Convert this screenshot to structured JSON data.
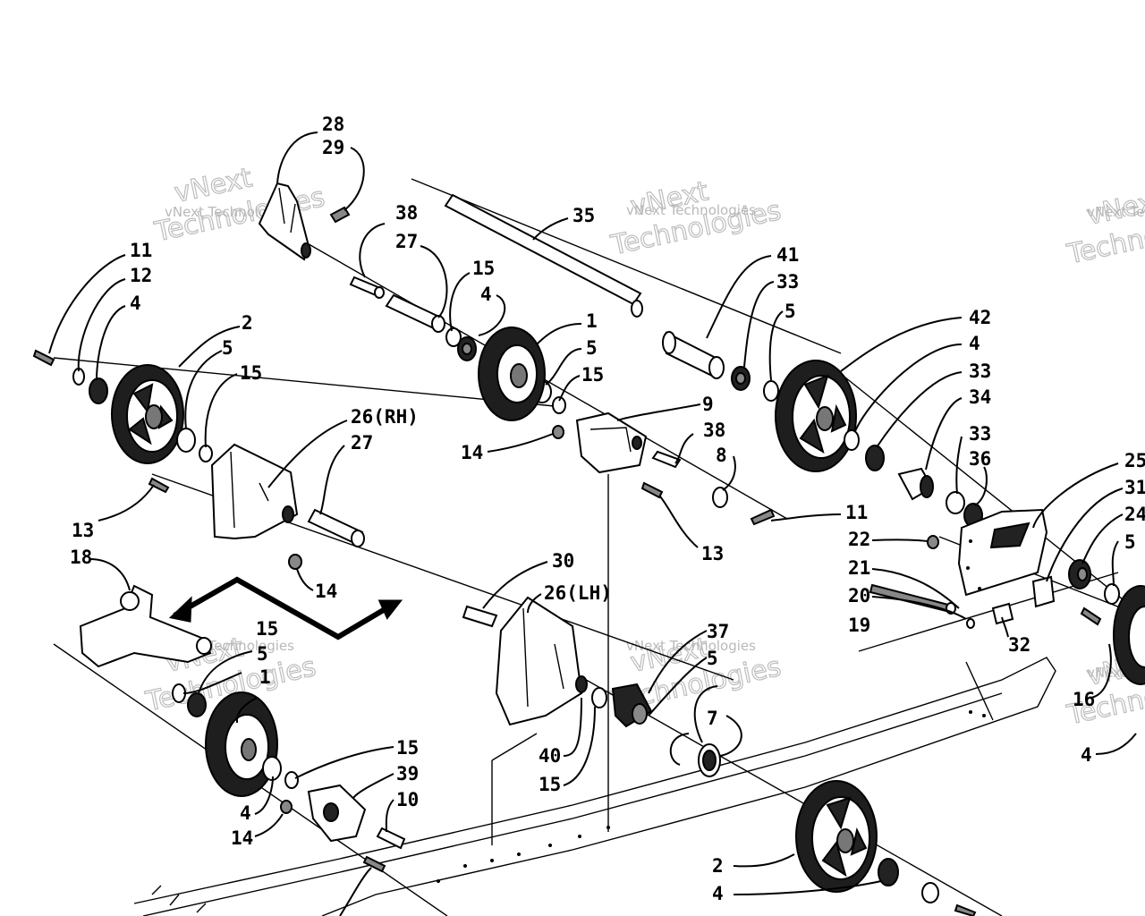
{
  "diagram": {
    "labels": [
      {
        "id": "l28",
        "text": "28"
      },
      {
        "id": "l29",
        "text": "29"
      },
      {
        "id": "l35",
        "text": "35"
      },
      {
        "id": "l38a",
        "text": "38"
      },
      {
        "id": "l27a",
        "text": "27"
      },
      {
        "id": "l15a",
        "text": "15"
      },
      {
        "id": "l4a",
        "text": "4"
      },
      {
        "id": "l11a",
        "text": "11"
      },
      {
        "id": "l12",
        "text": "12"
      },
      {
        "id": "l4b",
        "text": "4"
      },
      {
        "id": "l2a",
        "text": "2"
      },
      {
        "id": "l5a",
        "text": "5"
      },
      {
        "id": "l15b",
        "text": "15"
      },
      {
        "id": "l1a",
        "text": "1"
      },
      {
        "id": "l5b",
        "text": "5"
      },
      {
        "id": "l15c",
        "text": "15"
      },
      {
        "id": "l41",
        "text": "41"
      },
      {
        "id": "l33a",
        "text": "33"
      },
      {
        "id": "l5c",
        "text": "5"
      },
      {
        "id": "l42",
        "text": "42"
      },
      {
        "id": "l4c",
        "text": "4"
      },
      {
        "id": "l33b",
        "text": "33"
      },
      {
        "id": "l34",
        "text": "34"
      },
      {
        "id": "l33c",
        "text": "33"
      },
      {
        "id": "l36",
        "text": "36"
      },
      {
        "id": "l26rh",
        "text": "26(RH)"
      },
      {
        "id": "l27b",
        "text": "27"
      },
      {
        "id": "l9",
        "text": "9"
      },
      {
        "id": "l38b",
        "text": "38"
      },
      {
        "id": "l8",
        "text": "8"
      },
      {
        "id": "l14a",
        "text": "14"
      },
      {
        "id": "l13a",
        "text": "13"
      },
      {
        "id": "l13b",
        "text": "13"
      },
      {
        "id": "l11b",
        "text": "11"
      },
      {
        "id": "l18",
        "text": "18"
      },
      {
        "id": "l14b",
        "text": "14"
      },
      {
        "id": "l30",
        "text": "30"
      },
      {
        "id": "l26lh",
        "text": "26(LH)"
      },
      {
        "id": "l25",
        "text": "25"
      },
      {
        "id": "l31",
        "text": "31"
      },
      {
        "id": "l24",
        "text": "24"
      },
      {
        "id": "l5d",
        "text": "5"
      },
      {
        "id": "l22",
        "text": "22"
      },
      {
        "id": "l21",
        "text": "21"
      },
      {
        "id": "l20",
        "text": "20"
      },
      {
        "id": "l19",
        "text": "19"
      },
      {
        "id": "l32",
        "text": "32"
      },
      {
        "id": "l15d",
        "text": "15"
      },
      {
        "id": "l5e",
        "text": "5"
      },
      {
        "id": "l1b",
        "text": "1"
      },
      {
        "id": "l37",
        "text": "37"
      },
      {
        "id": "l5f",
        "text": "5"
      },
      {
        "id": "l7",
        "text": "7"
      },
      {
        "id": "l40",
        "text": "40"
      },
      {
        "id": "l15e",
        "text": "15"
      },
      {
        "id": "l15f",
        "text": "15"
      },
      {
        "id": "l39",
        "text": "39"
      },
      {
        "id": "l10",
        "text": "10"
      },
      {
        "id": "l4d",
        "text": "4"
      },
      {
        "id": "l14c",
        "text": "14"
      },
      {
        "id": "l2b",
        "text": "2"
      },
      {
        "id": "l4e",
        "text": "4"
      },
      {
        "id": "l16",
        "text": "16"
      },
      {
        "id": "l4f",
        "text": "4"
      }
    ],
    "watermark": {
      "small": "vNext Technologies",
      "big_line1": "vNext",
      "big_line2": "Technologies"
    }
  }
}
